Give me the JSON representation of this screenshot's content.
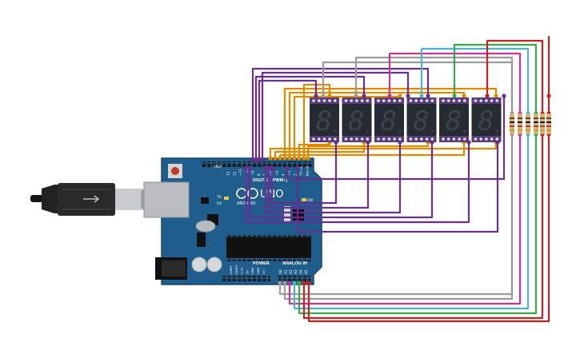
{
  "board": {
    "model": "UNO",
    "brand": "ARDUINO",
    "digital_header_label": "DIGITAL (PWM~)",
    "power_header_label": "POWER",
    "analog_header_label": "ANALOG IN",
    "tx_label": "TX",
    "rx_label": "RX",
    "on_label": "ON",
    "aref_label": "AREF",
    "digital_pins": [
      "13",
      "12",
      "~11",
      "~10",
      "~9",
      "8",
      "7",
      "~6",
      "~5",
      "4",
      "~3",
      "2",
      "TX→1",
      "RX←0"
    ],
    "analog_pins": [
      "A0",
      "A1",
      "A2",
      "A3",
      "A4",
      "A5"
    ],
    "power_pins": [
      "IOREF",
      "RESET",
      "3.3V",
      "5V",
      "GND",
      "GND",
      "Vin"
    ]
  },
  "display": {
    "digit_count": 6,
    "digit_glyph": "8"
  },
  "resistors": {
    "count": 6
  },
  "colors": {
    "board": "#1f5d8c",
    "board_edge": "#17486d",
    "wire_orange": "#e08a00",
    "wire_purple": "#6a2d91",
    "wire_gray": "#9a9a9a",
    "wire_pink": "#c8339a",
    "wire_cyan": "#4db3c8",
    "wire_green": "#3aa84a",
    "wire_red": "#cc2020",
    "segment_body": "#262a33",
    "segment_off": "#3d434d"
  },
  "usb_cable": {
    "connector": "usb-b"
  }
}
